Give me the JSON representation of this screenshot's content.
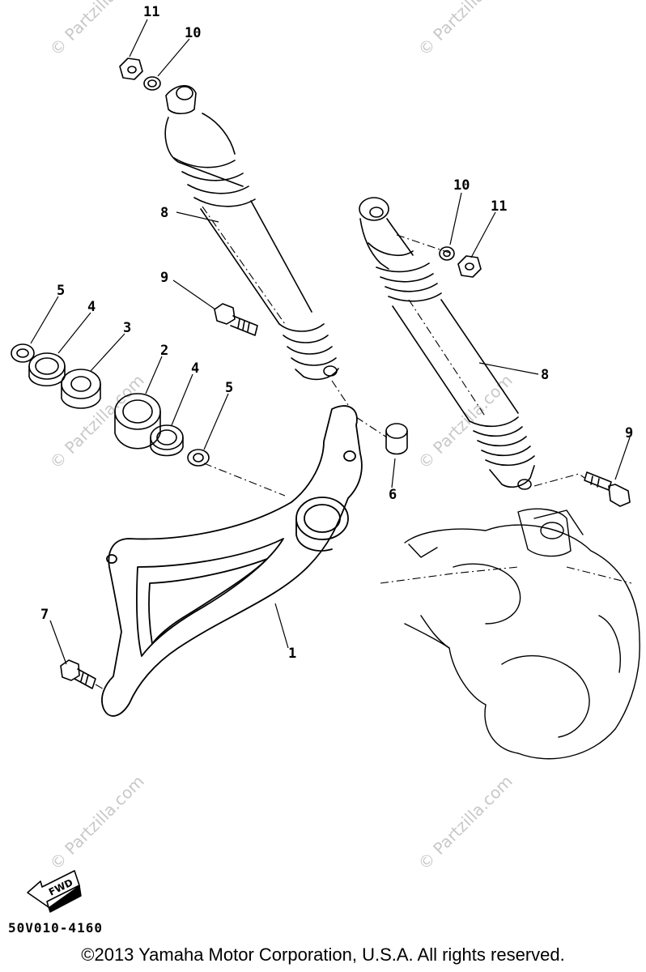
{
  "callouts": {
    "c1": "1",
    "c2": "2",
    "c3": "3",
    "c4a": "4",
    "c4b": "4",
    "c5a": "5",
    "c5b": "5",
    "c6": "6",
    "c7": "7",
    "c8a": "8",
    "c8b": "8",
    "c9a": "9",
    "c9b": "9",
    "c10a": "10",
    "c10b": "10",
    "c11a": "11",
    "c11b": "11"
  },
  "fwd_label": "FWD",
  "drawing_code": "50V010-4160",
  "copyright": "©2013  Yamaha Motor Corporation, U.S.A. All rights reserved.",
  "watermark": "© Partzilla.com"
}
